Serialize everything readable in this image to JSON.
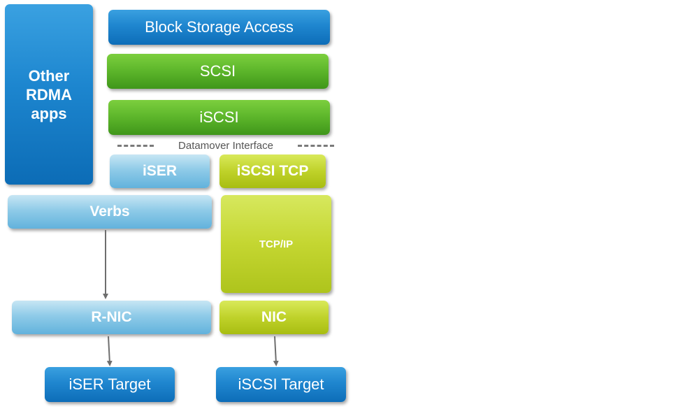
{
  "blocks": {
    "other_rdma_apps": "Other RDMA apps",
    "block_storage_access": "Block Storage Access",
    "scsi": "SCSI",
    "iscsi": "iSCSI",
    "datamover_interface": "Datamover Interface",
    "iser": "iSER",
    "iscsi_tcp": "iSCSI TCP",
    "verbs": "Verbs",
    "tcp_ip": "TCP/IP",
    "r_nic": "R-NIC",
    "nic": "NIC",
    "iser_target": "iSER Target",
    "iscsi_target": "iSCSI Target"
  },
  "colors": {
    "dark_blue": "#1f86cf",
    "green": "#5cb52a",
    "light_blue": "#8fcbe8",
    "lime": "#bfd22a",
    "arrow": "#6e6e6e",
    "dash": "#7a7a7a"
  }
}
